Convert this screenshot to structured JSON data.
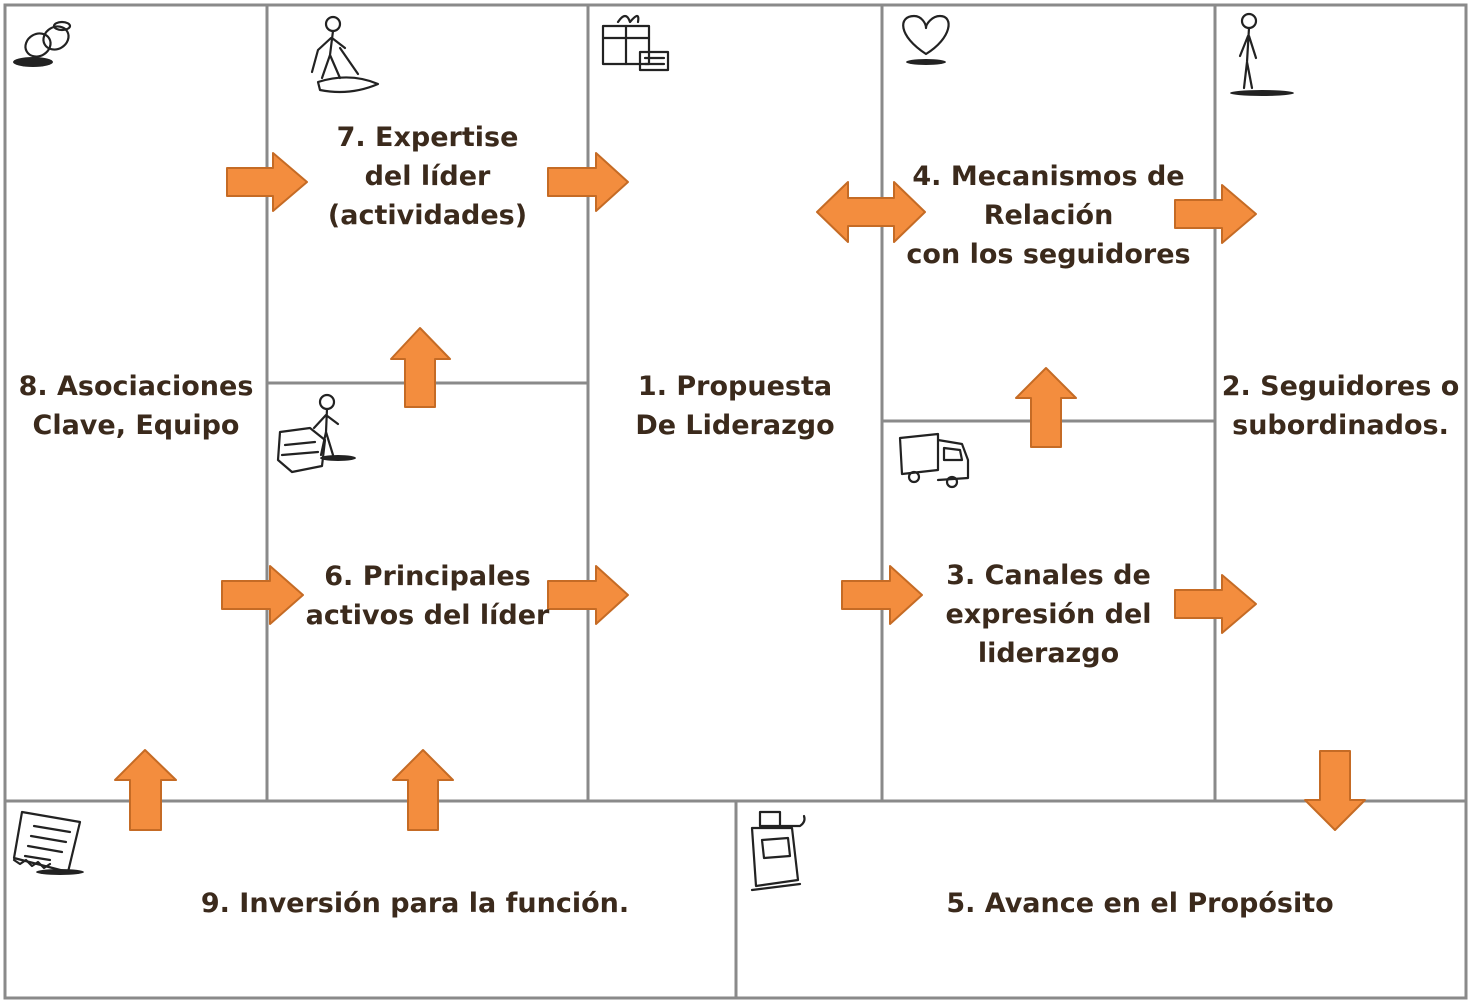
{
  "colors": {
    "grid_line": "#8a8a8a",
    "arrow_fill": "#f38d3e",
    "arrow_stroke": "#c56b25",
    "text": "#3b2a1c",
    "icon_stroke": "#222222"
  },
  "blocks": {
    "asociaciones": {
      "lines": [
        "8. Asociaciones",
        "Clave, Equipo"
      ],
      "icon": "rings-icon"
    },
    "expertise": {
      "lines": [
        "7. Expertise",
        "del líder",
        "(actividades)"
      ],
      "icon": "digging-person-icon"
    },
    "activos": {
      "lines": [
        "6. Principales",
        "activos del líder"
      ],
      "icon": "person-with-machine-icon"
    },
    "propuesta": {
      "lines": [
        "1. Propuesta",
        "De Liderazgo"
      ],
      "icon": "gift-box-icon"
    },
    "mecanismos": {
      "lines": [
        "4. Mecanismos de",
        "Relación",
        "con los seguidores"
      ],
      "icon": "heart-icon"
    },
    "canales": {
      "lines": [
        "3. Canales de",
        "expresión del",
        "liderazgo"
      ],
      "icon": "truck-icon"
    },
    "seguidores": {
      "lines": [
        "2. Seguidores o",
        "subordinados."
      ],
      "icon": "standing-person-icon"
    },
    "inversion": {
      "lines": [
        "9. Inversión para la función."
      ],
      "icon": "receipt-icon"
    },
    "avance": {
      "lines": [
        "5.  Avance en el Propósito"
      ],
      "icon": "cash-register-icon"
    }
  }
}
